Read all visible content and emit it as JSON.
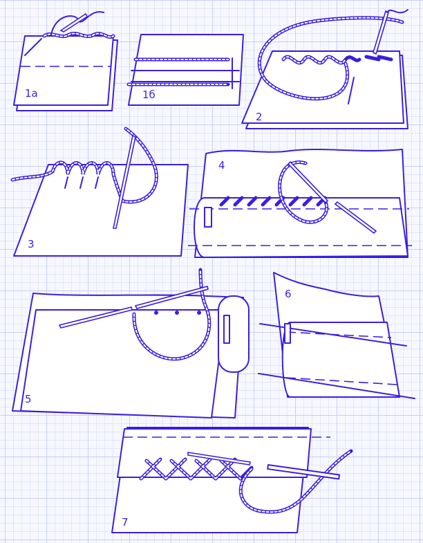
{
  "figure": {
    "labels": {
      "f1a": "1а",
      "f1b": "1б",
      "f2": "2",
      "f3": "3",
      "f4": "4",
      "f5": "5",
      "f6": "6",
      "f7": "7"
    },
    "line_color": "#3b1ee0",
    "grid_color": "#c9cdf7"
  }
}
